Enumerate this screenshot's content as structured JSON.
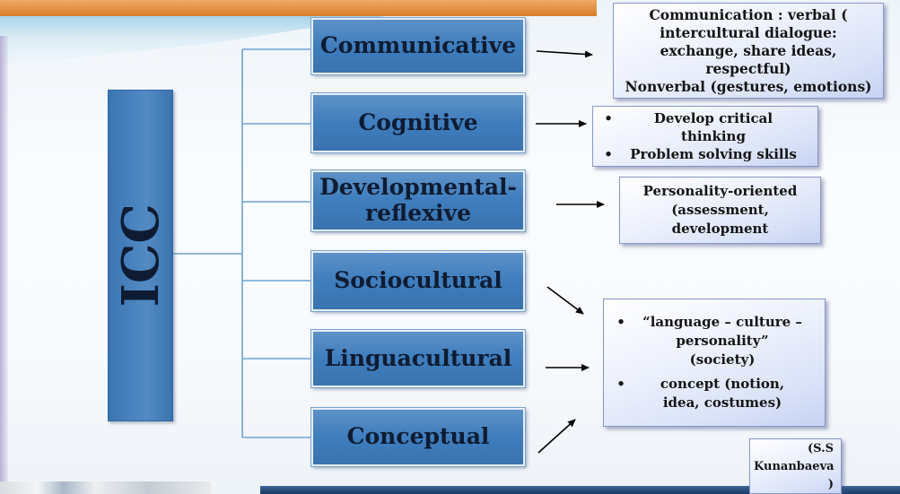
{
  "root": {
    "label": "ICC"
  },
  "components": [
    {
      "label": "Communicative"
    },
    {
      "label": "Cognitive"
    },
    {
      "label": "Developmental-\nreflexive"
    },
    {
      "label": "Sociocultural"
    },
    {
      "label": "Linguacultural"
    },
    {
      "label": "Conceptual"
    }
  ],
  "descriptions": {
    "communicative": {
      "text": "Communication : verbal (\nintercultural dialogue:\nexchange, share ideas,\nrespectful)\nNonverbal (gestures, emotions)"
    },
    "cognitive": {
      "bullets": [
        "Develop critical\nthinking",
        "Problem solving skills"
      ]
    },
    "developmental_reflexive": {
      "text": "Personality-oriented\n(assessment,\ndevelopment"
    },
    "sociocultural_linguacultural_conceptual": {
      "bullets": [
        "“language – culture –\npersonality”\n(society)",
        "concept (notion,\nidea, costumes)"
      ]
    }
  },
  "citation": {
    "text": "(S.S\nKunanbaeva\n)"
  },
  "colors": {
    "header_bar": "#ee8a2c",
    "component_box": "#3f7dbd",
    "component_text": "#0e1c33",
    "description_box": "#dbe3f8",
    "connector": "#6fa2d6",
    "arrow": "#000000",
    "footer_bar": "#1f4c86"
  }
}
